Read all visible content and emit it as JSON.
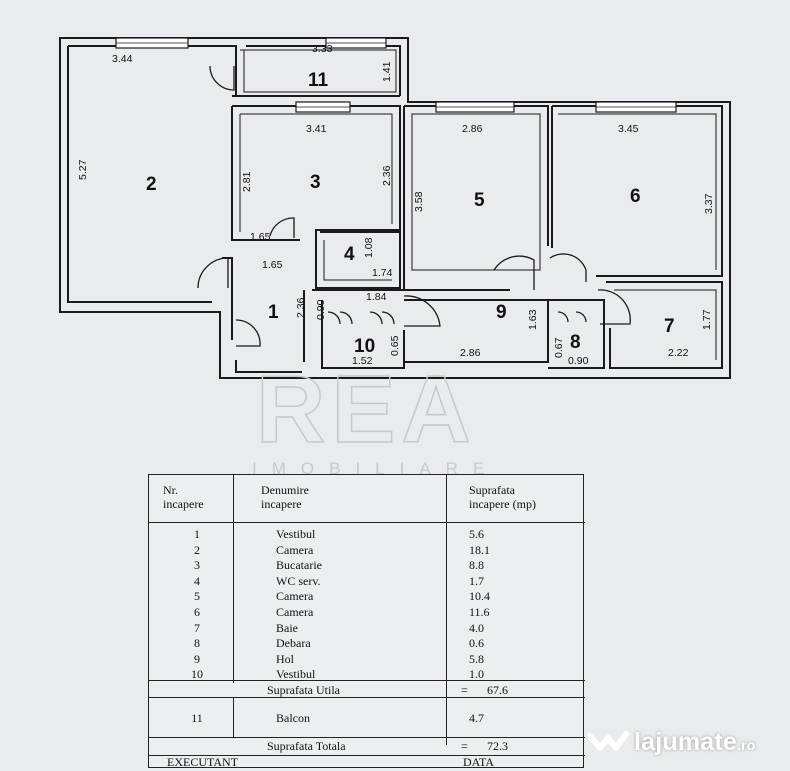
{
  "plan": {
    "rooms": [
      {
        "id": "1",
        "label": "1"
      },
      {
        "id": "2",
        "label": "2"
      },
      {
        "id": "3",
        "label": "3"
      },
      {
        "id": "4",
        "label": "4"
      },
      {
        "id": "5",
        "label": "5"
      },
      {
        "id": "6",
        "label": "6"
      },
      {
        "id": "7",
        "label": "7"
      },
      {
        "id": "8",
        "label": "8"
      },
      {
        "id": "9",
        "label": "9"
      },
      {
        "id": "10",
        "label": "10"
      },
      {
        "id": "11",
        "label": "11"
      }
    ],
    "dimensions": {
      "r2_width": "3.44",
      "r2_height": "5.27",
      "r11_width": "3.33",
      "r11_height": "1.41",
      "r3_width": "3.41",
      "r3_height_right": "2.36",
      "r3_height_left": "2.81",
      "r3_bottom": "1.65",
      "r4_height": "1.08",
      "r4_width": "1.74",
      "r5_width": "2.86",
      "r5_height": "3.58",
      "r6_width": "3.45",
      "r6_height": "3.37",
      "r1_top": "1.65",
      "r1_height": "2.36",
      "r1_small": "0.90",
      "hall_width": "1.84",
      "r10_width": "1.52",
      "r10_height": "0.65",
      "r9_width": "2.86",
      "r9_height": "1.63",
      "r8_height": "0.67",
      "r8_width": "0.90",
      "r7_height": "1.77",
      "r7_width": "2.22"
    }
  },
  "watermark": {
    "main": "REA",
    "sub": "IMOBILIARE"
  },
  "table": {
    "headers": {
      "col1_line1": "Nr.",
      "col1_line2": "incapere",
      "col2_line1": "Denumire",
      "col2_line2": "incapere",
      "col3_line1": "Suprafata",
      "col3_line2": "incapere (mp)"
    },
    "rows": [
      {
        "nr": "1",
        "name": "Vestibul",
        "area": "5.6"
      },
      {
        "nr": "2",
        "name": "Camera",
        "area": "18.1"
      },
      {
        "nr": "3",
        "name": "Bucatarie",
        "area": "8.8"
      },
      {
        "nr": "4",
        "name": "WC serv.",
        "area": "1.7"
      },
      {
        "nr": "5",
        "name": "Camera",
        "area": "10.4"
      },
      {
        "nr": "6",
        "name": "Camera",
        "area": "11.6"
      },
      {
        "nr": "7",
        "name": "Baie",
        "area": "4.0"
      },
      {
        "nr": "8",
        "name": "Debara",
        "area": "0.6"
      },
      {
        "nr": "9",
        "name": "Hol",
        "area": "5.8"
      },
      {
        "nr": "10",
        "name": "Vestibul",
        "area": "1.0"
      }
    ],
    "useful": {
      "label": "Suprafata Utila",
      "eq": "=",
      "value": "67.6"
    },
    "balcony": {
      "nr": "11",
      "name": "Balcon",
      "value": "4.7"
    },
    "total": {
      "label": "Suprafata Totala",
      "eq": "=",
      "value": "72.3"
    },
    "footer": {
      "left": "EXECUTANT",
      "right": "DATA"
    }
  },
  "brand": {
    "name": "lajumate",
    "tld": ".ro"
  }
}
